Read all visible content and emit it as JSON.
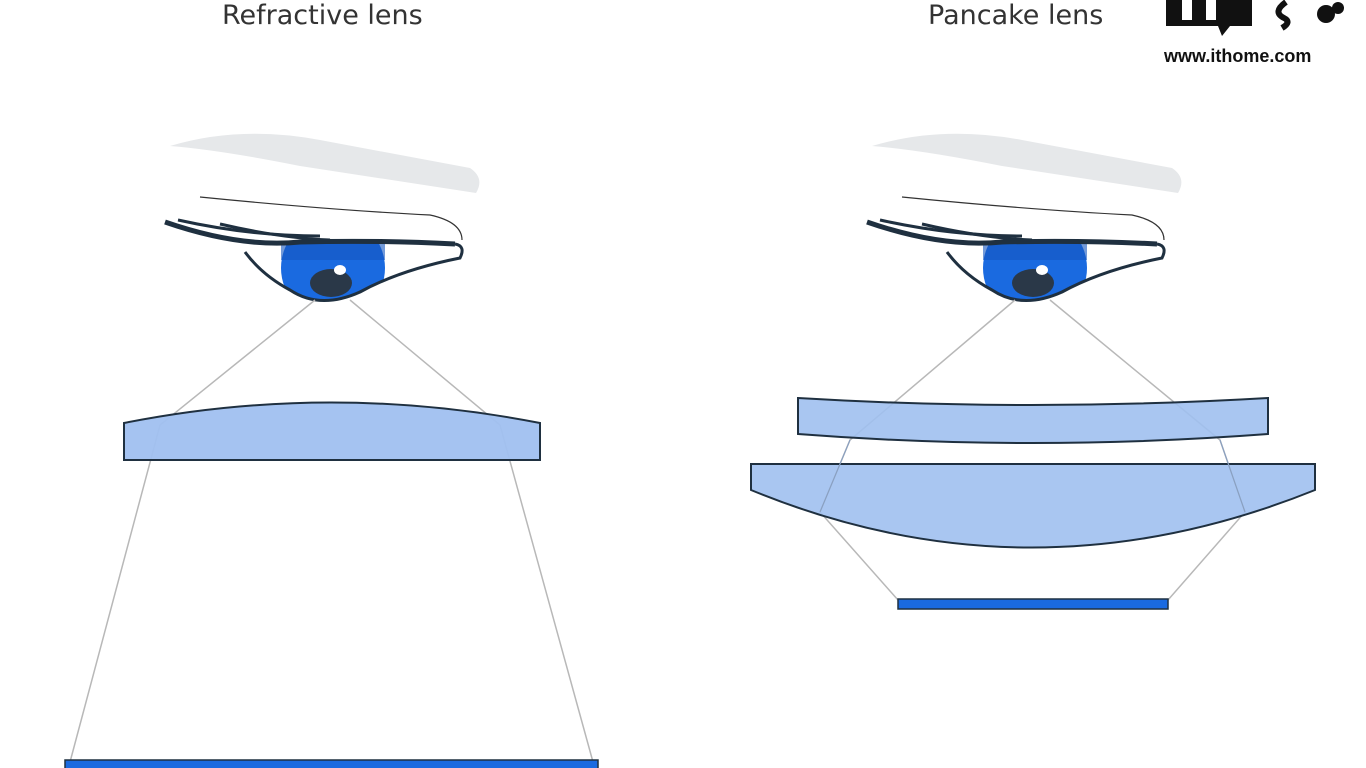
{
  "titles": {
    "left": "Refractive lens",
    "right": "Pancake lens"
  },
  "watermark": {
    "site": "www.ithome.com"
  },
  "colors": {
    "lens_fill": "#a0c0f0",
    "lens_stroke": "#1f3040",
    "screen": "#1a6ae0",
    "iris": "#1a6ae0",
    "ray": "#b8b8b8",
    "brow": "#e6e8ea"
  }
}
